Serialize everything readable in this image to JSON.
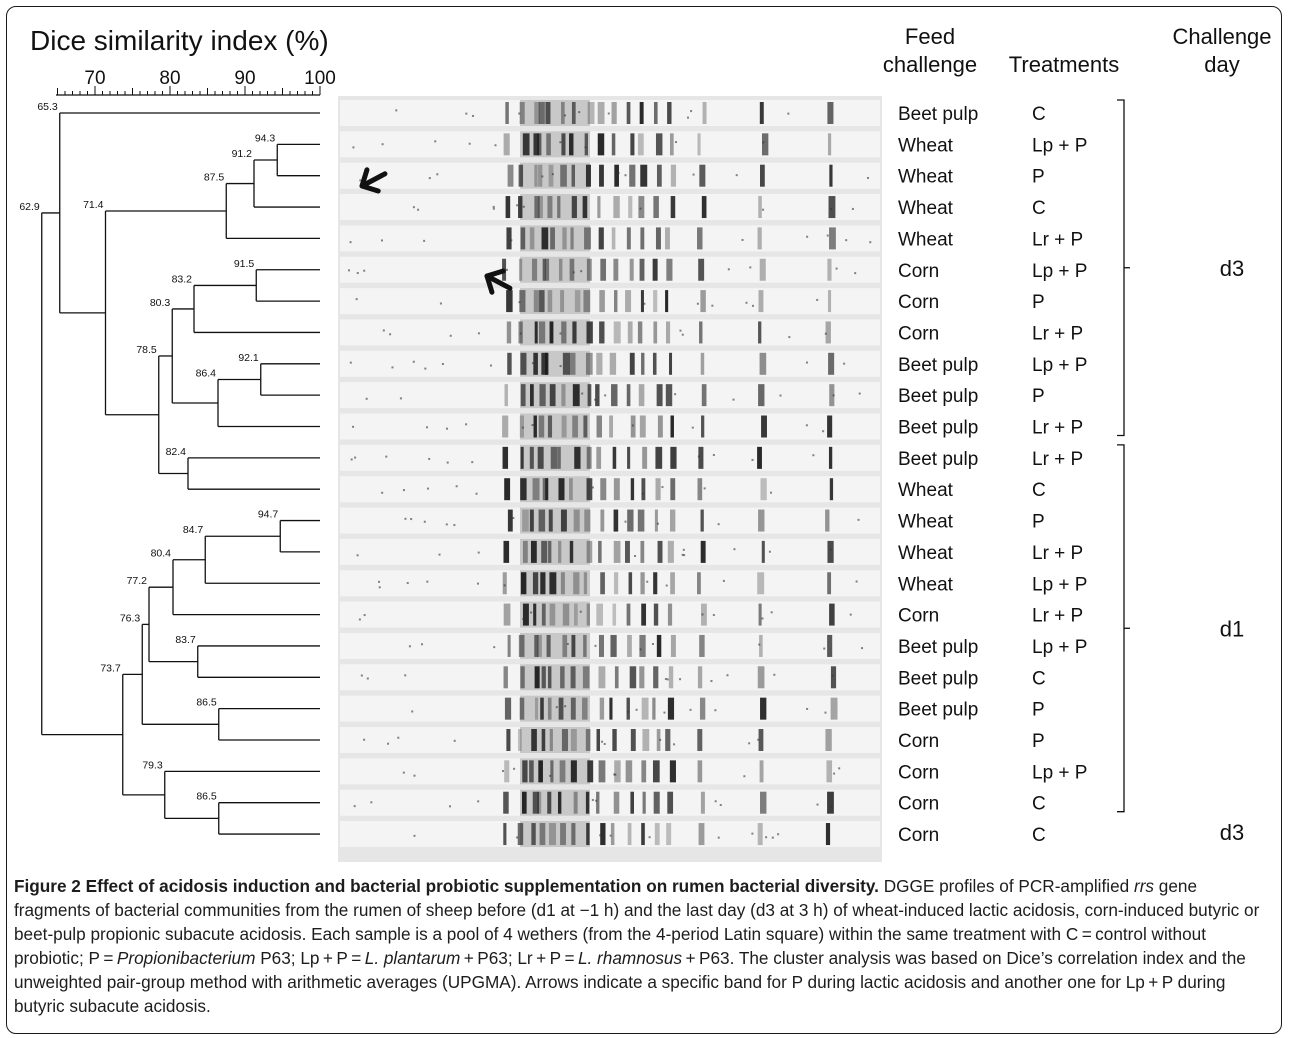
{
  "axis": {
    "title": "Dice similarity index (%)",
    "ticks": [
      "70",
      "80",
      "90",
      "100"
    ],
    "tick_values": [
      70,
      80,
      90,
      100
    ],
    "range": [
      64.8,
      100
    ]
  },
  "headers": {
    "feed_line1": "Feed",
    "feed_line2": "challenge",
    "treatments": "Treatments",
    "day_line1": "Challenge",
    "day_line2": "day"
  },
  "lanes": [
    {
      "feed": "Beet pulp",
      "treatment": "C"
    },
    {
      "feed": "Wheat",
      "treatment": "Lp + P"
    },
    {
      "feed": "Wheat",
      "treatment": "P"
    },
    {
      "feed": "Wheat",
      "treatment": "C"
    },
    {
      "feed": "Wheat",
      "treatment": "Lr + P"
    },
    {
      "feed": "Corn",
      "treatment": "Lp + P"
    },
    {
      "feed": "Corn",
      "treatment": "P"
    },
    {
      "feed": "Corn",
      "treatment": "Lr + P"
    },
    {
      "feed": "Beet pulp",
      "treatment": "Lp + P"
    },
    {
      "feed": "Beet pulp",
      "treatment": "P"
    },
    {
      "feed": "Beet pulp",
      "treatment": "Lr + P"
    },
    {
      "feed": "Beet pulp",
      "treatment": "Lr + P"
    },
    {
      "feed": "Wheat",
      "treatment": "C"
    },
    {
      "feed": "Wheat",
      "treatment": "P"
    },
    {
      "feed": "Wheat",
      "treatment": "Lr + P"
    },
    {
      "feed": "Wheat",
      "treatment": "Lp + P"
    },
    {
      "feed": "Corn",
      "treatment": "Lr + P"
    },
    {
      "feed": "Beet pulp",
      "treatment": "Lp + P"
    },
    {
      "feed": "Beet pulp",
      "treatment": "C"
    },
    {
      "feed": "Beet pulp",
      "treatment": "P"
    },
    {
      "feed": "Corn",
      "treatment": "P"
    },
    {
      "feed": "Corn",
      "treatment": "Lp + P"
    },
    {
      "feed": "Corn",
      "treatment": "C"
    },
    {
      "feed": "Corn",
      "treatment": "C"
    }
  ],
  "day_groups": [
    {
      "label": "d3",
      "first_lane": 0,
      "last_lane": 10
    },
    {
      "label": "d1",
      "first_lane": 11,
      "last_lane": 22
    },
    {
      "label": "d3",
      "first_lane": 23,
      "last_lane": 23
    }
  ],
  "dendrogram": [
    {
      "id": "n943",
      "sim": 94.3,
      "a": "L1",
      "b": "L2"
    },
    {
      "id": "n912",
      "sim": 91.2,
      "a": "n943",
      "b": "L3"
    },
    {
      "id": "n875",
      "sim": 87.5,
      "a": "n912",
      "b": "L4"
    },
    {
      "id": "n915",
      "sim": 91.5,
      "a": "L5",
      "b": "L6"
    },
    {
      "id": "n832",
      "sim": 83.2,
      "a": "n915",
      "b": "L7"
    },
    {
      "id": "n921",
      "sim": 92.1,
      "a": "L8",
      "b": "L9"
    },
    {
      "id": "n864",
      "sim": 86.4,
      "a": "n921",
      "b": "L10"
    },
    {
      "id": "n803",
      "sim": 80.3,
      "a": "n832",
      "b": "n864"
    },
    {
      "id": "n824",
      "sim": 82.4,
      "a": "L11",
      "b": "L12"
    },
    {
      "id": "n785",
      "sim": 78.5,
      "a": "n803",
      "b": "n824"
    },
    {
      "id": "n714",
      "sim": 71.4,
      "a": "n875",
      "b": "n785"
    },
    {
      "id": "n653",
      "sim": 65.3,
      "a": "L0",
      "b": "n714"
    },
    {
      "id": "n947",
      "sim": 94.7,
      "a": "L13",
      "b": "L14"
    },
    {
      "id": "n847",
      "sim": 84.7,
      "a": "n947",
      "b": "L15"
    },
    {
      "id": "n804",
      "sim": 80.4,
      "a": "n847",
      "b": "L16"
    },
    {
      "id": "n837",
      "sim": 83.7,
      "a": "L17",
      "b": "L18"
    },
    {
      "id": "n772",
      "sim": 77.2,
      "a": "n804",
      "b": "n837"
    },
    {
      "id": "n865a",
      "sim": 86.5,
      "a": "L19",
      "b": "L20"
    },
    {
      "id": "n763",
      "sim": 76.3,
      "a": "n772",
      "b": "n865a"
    },
    {
      "id": "n865b",
      "sim": 86.5,
      "a": "L22",
      "b": "L23"
    },
    {
      "id": "n793",
      "sim": 79.3,
      "a": "L21",
      "b": "n865b"
    },
    {
      "id": "n737",
      "sim": 73.7,
      "a": "n763",
      "b": "n793"
    },
    {
      "id": "n629",
      "sim": 62.9,
      "a": "n653",
      "b": "n737"
    }
  ],
  "colors": {
    "ink": "#111111",
    "gel_bg": "#e6e6e6",
    "band": "#1c1c1c"
  },
  "caption": {
    "title": "Figure 2 Effect of acidosis induction and bacterial probiotic supplementation on rumen bacterial diversity.",
    "p1": " DGGE profiles of PCR-amplified ",
    "rrs": "rrs",
    "p2": " gene fragments of bacterial communities from the rumen of sheep before (d1 at −1 h) and the last day (d3 at 3 h) of wheat-induced lactic acidosis, corn-induced butyric or beet-pulp propionic subacute acidosis. Each sample is a pool of 4 wethers (from the 4-period Latin square) within the same treatment with C = control without probiotic; P = ",
    "prop": "Propionibacterium",
    "p3": " P63; Lp + P = ",
    "lplant": "L. plantarum",
    "p4": " + P63; Lr + P = ",
    "lrham": "L. rhamnosus",
    "p5": " + P63. The cluster analysis was based on Dice’s correlation index and the unweighted pair-group method with arithmetic averages (UPGMA). Arrows indicate a specific band for P during lactic acidosis and another one for Lp + P during butyric subacute acidosis."
  }
}
